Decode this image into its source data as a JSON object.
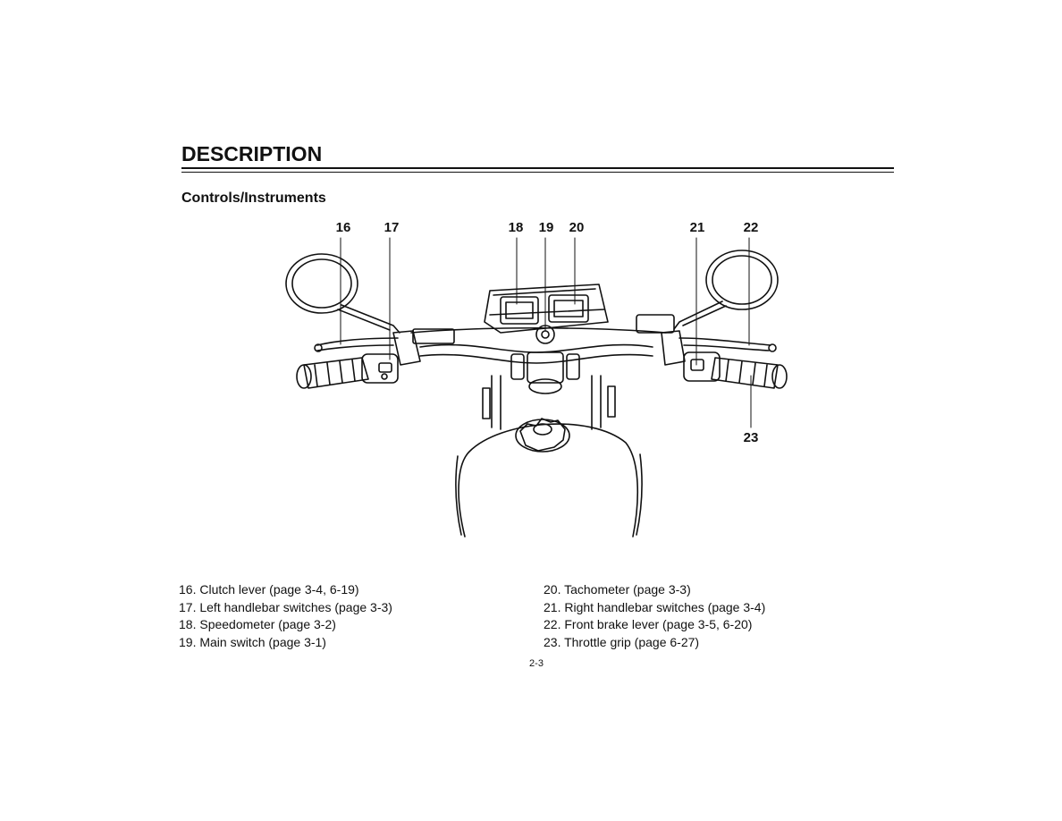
{
  "header": {
    "section_title": "DESCRIPTION",
    "subtitle": "Controls/Instruments"
  },
  "figure": {
    "callouts": [
      "16",
      "17",
      "18",
      "19",
      "20",
      "21",
      "22",
      "23"
    ]
  },
  "legend": {
    "left": [
      "16. Clutch lever (page 3-4, 6-19)",
      "17. Left handlebar switches (page 3-3)",
      "18. Speedometer (page 3-2)",
      "19. Main switch (page 3-1)"
    ],
    "right": [
      "20. Tachometer (page 3-3)",
      "21. Right handlebar switches (page 3-4)",
      "22. Front brake lever (page 3-5, 6-20)",
      "23. Throttle grip (page 6-27)"
    ]
  },
  "footer": {
    "page_number": "2-3"
  }
}
